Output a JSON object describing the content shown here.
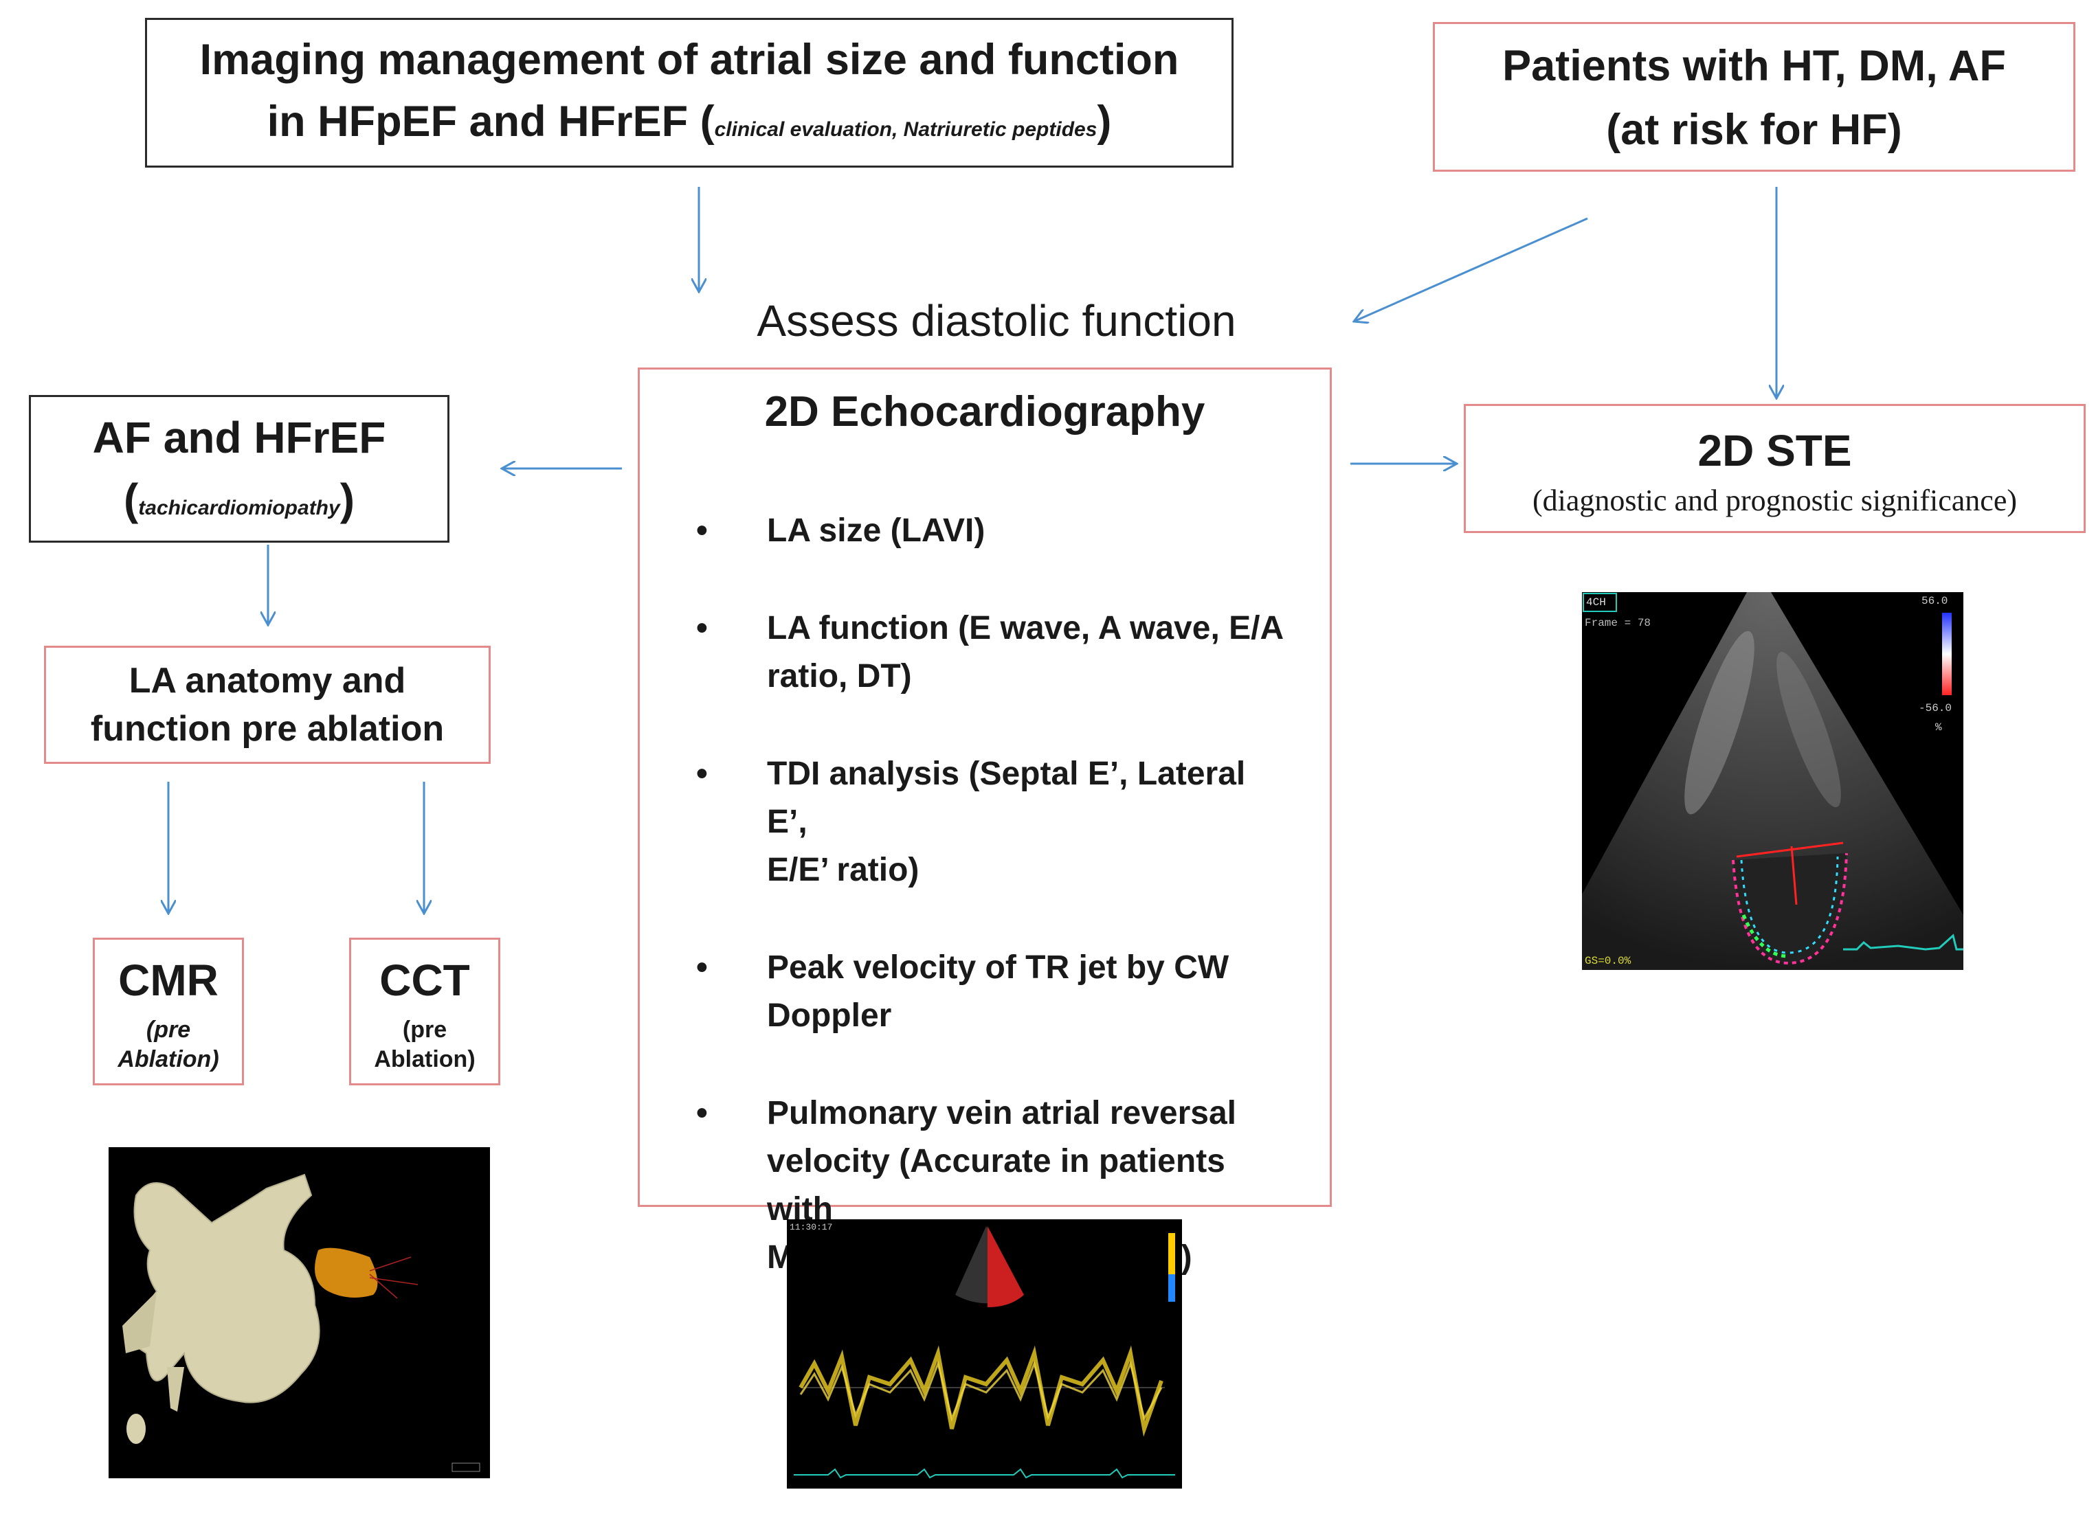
{
  "top_left": {
    "line1": "Imaging management of atrial size and function",
    "line2_main": "in HFpEF and HFrEF (",
    "line2_small": "clinical evaluation, Natriuretic peptides",
    "line2_close": ")"
  },
  "top_right": {
    "line1": "Patients with HT, DM, AF",
    "line2": "(at risk for HF)"
  },
  "assess_label": "Assess diastolic function",
  "echo": {
    "title": "2D Echocardiography",
    "bullet": "•",
    "bullets": [
      {
        "l1": "LA size (LAVI)",
        "l2": ""
      },
      {
        "l1": "LA function (E wave, A wave, E/A",
        "l2": "ratio, DT)"
      },
      {
        "l1": "TDI analysis (Septal E’, Lateral E’,",
        "l2": "E/E’ ratio)"
      },
      {
        "l1": "Peak velocity of TR jet by CW",
        "l2": "Doppler"
      },
      {
        "l1": "Pulmonary vein atrial reversal",
        "l2": "velocity (Accurate in patients with",
        "l3": "MR and patients with HCM)"
      }
    ]
  },
  "af_box": {
    "title": "AF and HFrEF",
    "sub_open": "(",
    "sub": "tachicardiomiopathy",
    "sub_close": ")"
  },
  "la_box": {
    "line1": "LA anatomy and",
    "line2": "function pre ablation"
  },
  "cmr": {
    "title": "CMR",
    "sub1": "(pre",
    "sub2": "Ablation)"
  },
  "cct": {
    "title": "CCT",
    "sub1": "(pre",
    "sub2": "Ablation)"
  },
  "ste": {
    "title": "2D STE",
    "sub": "(diagnostic and prognostic significance)"
  },
  "colors": {
    "arrow": "#4a8fd0",
    "red_border": "#e38b8b",
    "black_border": "#2b2b2b"
  },
  "images": {
    "ste_echo": {
      "label_tl": "4CH",
      "label_frame": "Frame = 78",
      "scale_top": "56.0",
      "scale_bottom": "-56.0",
      "scale_unit": "%",
      "label_bl": "GS=0.0%"
    },
    "doppler": {
      "time": "11:30:17"
    },
    "cmr_3d": {}
  }
}
